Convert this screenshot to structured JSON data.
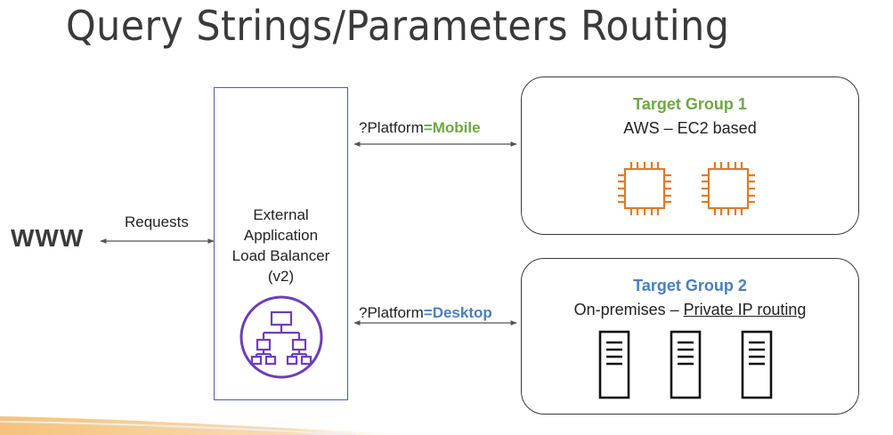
{
  "title": "Query Strings/Parameters Routing",
  "www_label": "WWW",
  "requests_label": "Requests",
  "load_balancer": {
    "line1": "External",
    "line2": "Application",
    "line3": "Load Balancer",
    "line4": "(v2)",
    "icon": "load-balancer-hierarchy-icon",
    "icon_color": "#6b3fb8"
  },
  "routes": [
    {
      "prefix": "?Platform",
      "eq": "=",
      "value": "Mobile",
      "color": "#6fa744"
    },
    {
      "prefix": "?Platform",
      "eq": "=",
      "value": "Desktop",
      "color": "#4a7fc1"
    }
  ],
  "target_group_1": {
    "title": "Target Group 1",
    "subtitle": "AWS – EC2 based",
    "title_color": "#6fa744",
    "icon": "ec2-chip-icon",
    "icon_color": "#e07b24"
  },
  "target_group_2": {
    "title": "Target Group 2",
    "subtitle_plain": "On-premises – ",
    "subtitle_underlined": "Private IP routing",
    "title_color": "#4a7fc1",
    "icon": "server-icon"
  }
}
